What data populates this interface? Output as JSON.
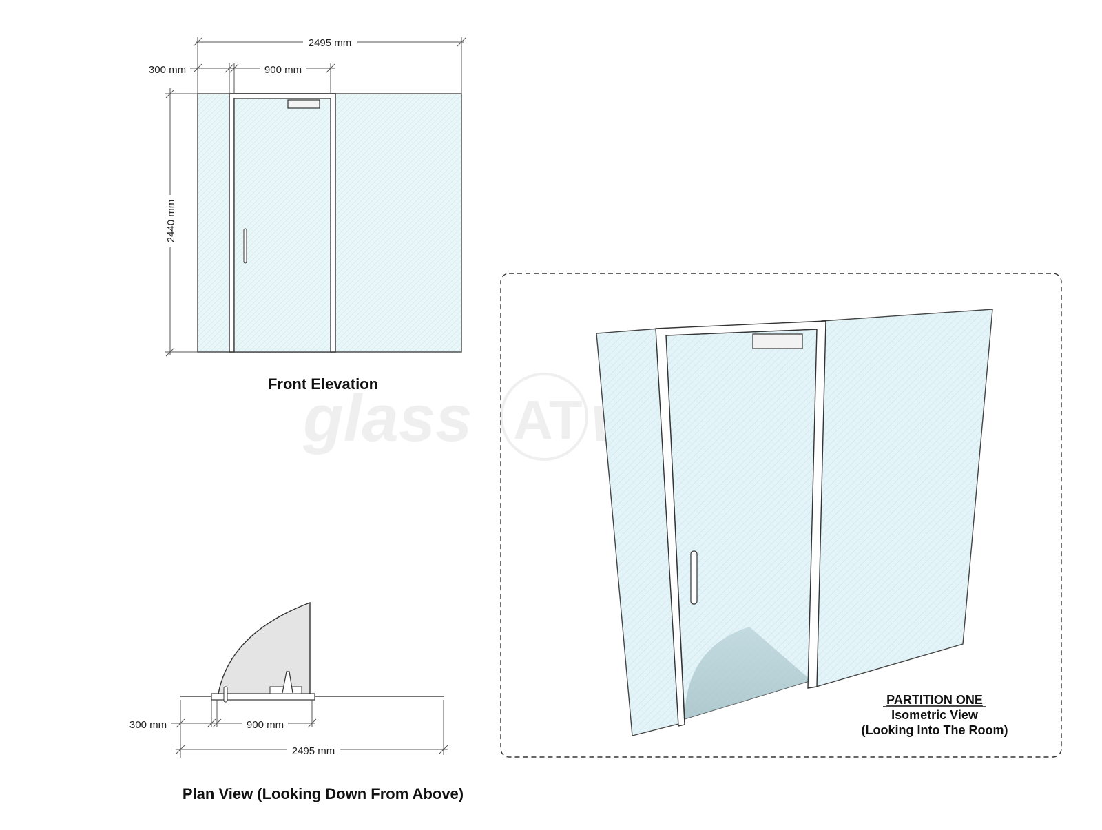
{
  "watermark": {
    "left": "glass",
    "mid": "AT",
    "right": "work"
  },
  "front_elevation": {
    "title": "Front Elevation",
    "dim_overall_width": "2495 mm",
    "dim_side_panel": "300 mm",
    "dim_door_width": "900 mm",
    "dim_height": "2440 mm"
  },
  "plan_view": {
    "title": "Plan View (Looking Down From Above)",
    "dim_side_panel": "300 mm",
    "dim_door_width": "900 mm",
    "dim_overall_width": "2495 mm"
  },
  "isometric": {
    "heading": "PARTITION ONE",
    "line1": "Isometric View",
    "line2": "(Looking Into The Room)"
  },
  "colors": {
    "glass": "#e9f6f8",
    "glass_hatch": "#cfe8ee",
    "frame": "#ffffff",
    "outline": "#333333",
    "swing": "#e4e4e4"
  }
}
